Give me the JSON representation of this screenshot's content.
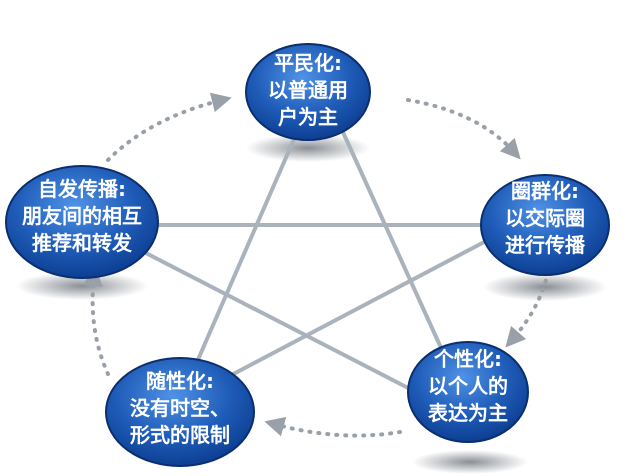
{
  "nodes": {
    "top": {
      "line1": "平民化:",
      "line2": "以普通用",
      "line3": "户为主"
    },
    "right": {
      "line1": "圈群化:",
      "line2": "以交际圈",
      "line3": "进行传播"
    },
    "bottom_right": {
      "line1": "个性化:",
      "line2": "以个人的",
      "line3": "表达为主"
    },
    "bottom_left": {
      "line1": "随性化:",
      "line2": "没有时空、",
      "line3": "形式的限制"
    },
    "left": {
      "line1": "自发传播:",
      "line2": "朋友间的相互",
      "line3": "推荐和转发"
    }
  },
  "colors": {
    "node_fill_light": "#3e7fd4",
    "node_fill_dark": "#0a3a8c",
    "node_stroke": "#0b2e6e",
    "star_line": "#aab2bc",
    "dotted_arrow": "#9aa0a8",
    "shadow": "#2c3440",
    "text": "#ffffff"
  }
}
